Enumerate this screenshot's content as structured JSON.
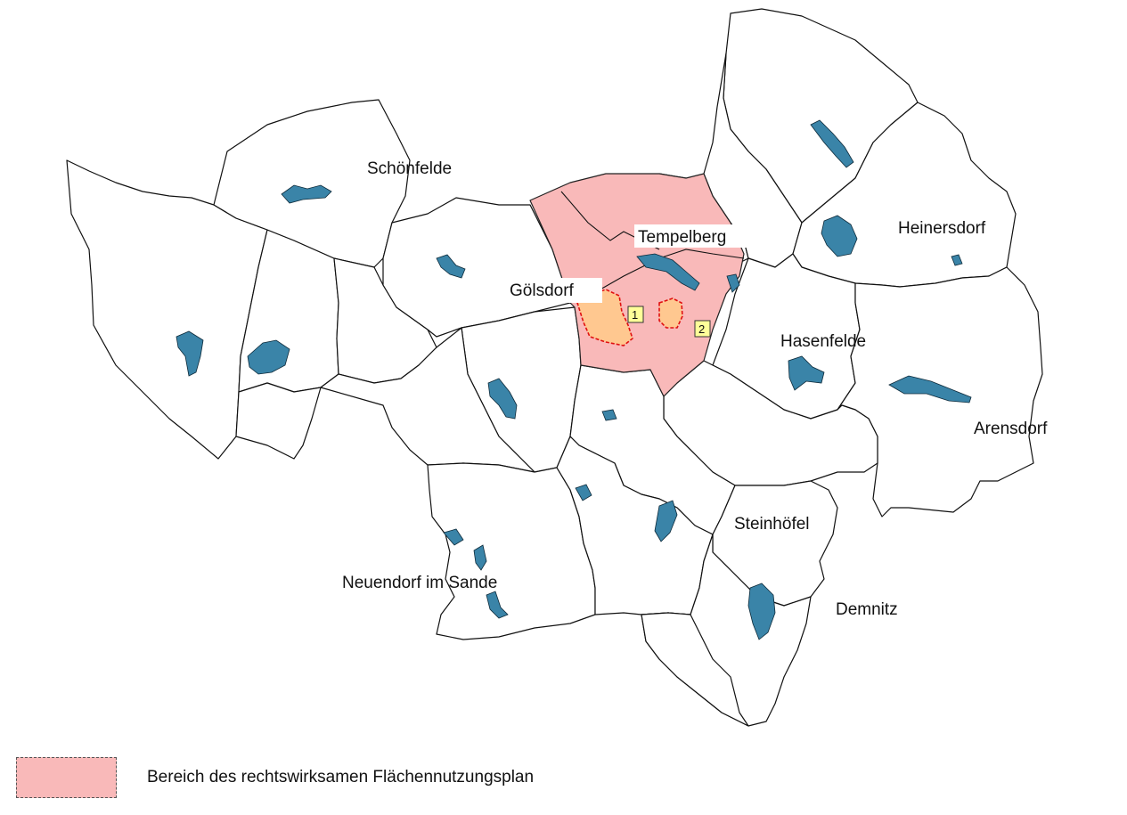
{
  "map": {
    "places": [
      {
        "id": "schoenfelde",
        "name": "Schönfelde"
      },
      {
        "id": "tempelberg",
        "name": "Tempelberg"
      },
      {
        "id": "heinersdorf",
        "name": "Heinersdorf"
      },
      {
        "id": "goelsdorf",
        "name": "Gölsdorf"
      },
      {
        "id": "hasenfelde",
        "name": "Hasenfelde"
      },
      {
        "id": "arensdorf",
        "name": "Arensdorf"
      },
      {
        "id": "steinhoefel",
        "name": "Steinhöfel"
      },
      {
        "id": "neuendorf",
        "name": "Neuendorf im Sande"
      },
      {
        "id": "demnitz",
        "name": "Demnitz"
      }
    ],
    "markers": [
      {
        "id": "m1",
        "label": "1"
      },
      {
        "id": "m2",
        "label": "2"
      }
    ],
    "colors": {
      "fnp_area": "#f9b9b9",
      "plan_area": "#ffc890",
      "plan_outline": "#e01010",
      "settlement": "#3a84a8",
      "boundary": "#111111",
      "marker": "#ffff99"
    }
  },
  "legend": {
    "entries": [
      {
        "label": "Bereich des rechtswirksamen Flächennutzungsplan",
        "color": "#f9b9b9"
      }
    ]
  }
}
